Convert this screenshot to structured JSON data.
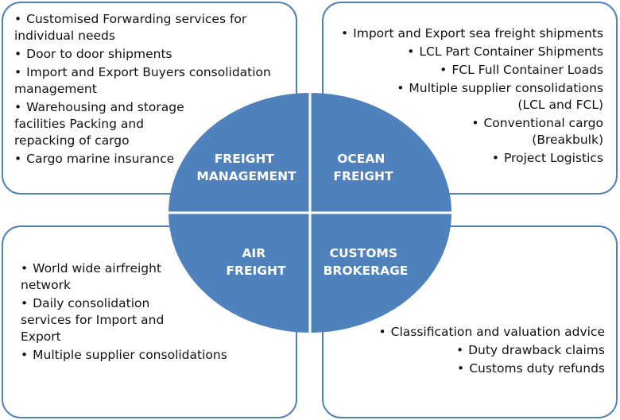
{
  "quadrants": {
    "freight_management": {
      "title_line1": "FREIGHT",
      "title_line2": "MANAGEMENT",
      "items": [
        "Customised Forwarding services for individual needs",
        "Door to door shipments",
        "Import and Export Buyers consolidation management",
        "Warehousing and storage facilities Packing and repacking of cargo",
        "Cargo marine insurance"
      ]
    },
    "ocean_freight": {
      "title_line1": "OCEAN",
      "title_line2": "FREIGHT",
      "items": [
        "Import and Export sea freight shipments",
        "LCL Part Container Shipments",
        "FCL Full Container Loads",
        "Multiple supplier consolidations (LCL and FCL)",
        "Conventional cargo (Breakbulk)",
        "Project Logistics"
      ]
    },
    "air_freight": {
      "title_line1": "AIR",
      "title_line2": "FREIGHT",
      "items": [
        "World wide airfreight network",
        "Daily consolidation services for Import and Export",
        "Multiple supplier consolidations"
      ]
    },
    "customs_brokerage": {
      "title_line1": "CUSTOMS",
      "title_line2": "BROKERAGE",
      "items": [
        "Classification and valuation advice",
        "Duty drawback claims",
        "Customs duty refunds"
      ]
    }
  },
  "colors": {
    "circle_fill": "#4f81bd",
    "box_border": "#4f81bd",
    "divider": "#ffffff"
  },
  "bullet": "•"
}
